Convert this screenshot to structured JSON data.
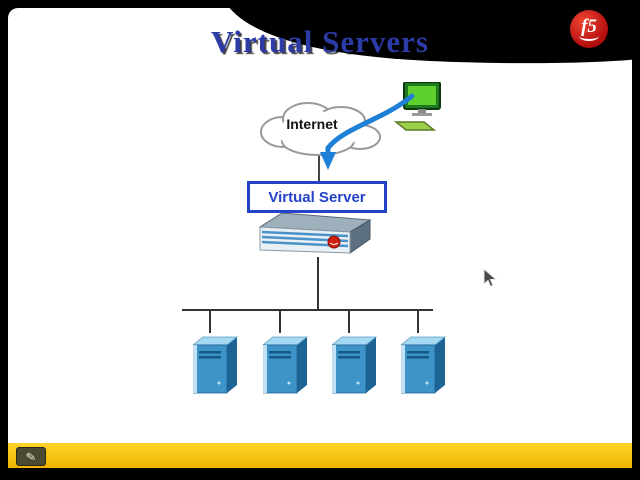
{
  "slide": {
    "title": "Virtual Servers"
  },
  "logo": {
    "text": "f5",
    "color": "#c11616"
  },
  "diagram": {
    "internet_label": "Internet",
    "virtual_server_label": "Virtual Server",
    "server_count": 4
  },
  "icons": {
    "pen": "✎"
  },
  "colors": {
    "title_blue": "#2c3ba6",
    "box_blue": "#2543c8",
    "arrow_blue": "#1e7fd6",
    "server_blue": "#3e93c9",
    "bar_yellow": "#ffcc00",
    "background": "#000000"
  }
}
